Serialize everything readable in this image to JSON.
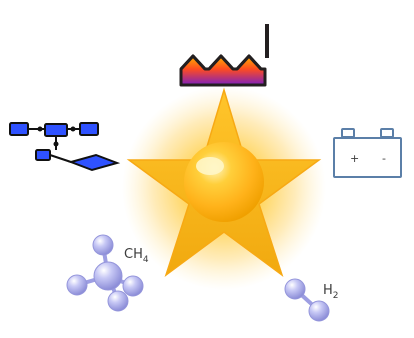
{
  "labels": {
    "methane_main": "CH",
    "methane_sub": "4",
    "hydrogen_main": "H",
    "hydrogen_sub": "2"
  },
  "battery": {
    "positive": "+",
    "negative": "-"
  },
  "icons": {
    "center": "star-icon",
    "factory": "factory-icon",
    "satellite": "satellite-icon",
    "battery": "battery-icon",
    "methane": "methane-molecule-icon",
    "hydrogen": "hydrogen-molecule-icon"
  },
  "colors": {
    "star_fill": "#f7b11a",
    "star_glow": "#ffd24f",
    "factory_outline": "#231f20",
    "factory_gradient_top": "#ffb000",
    "factory_gradient_mid": "#ff4c1f",
    "factory_gradient_bottom": "#7d1fbf",
    "satellite_blue": "#2f52ff",
    "battery_outline": "#5b7fa8",
    "molecule_lavender": "#a8a9e6"
  }
}
